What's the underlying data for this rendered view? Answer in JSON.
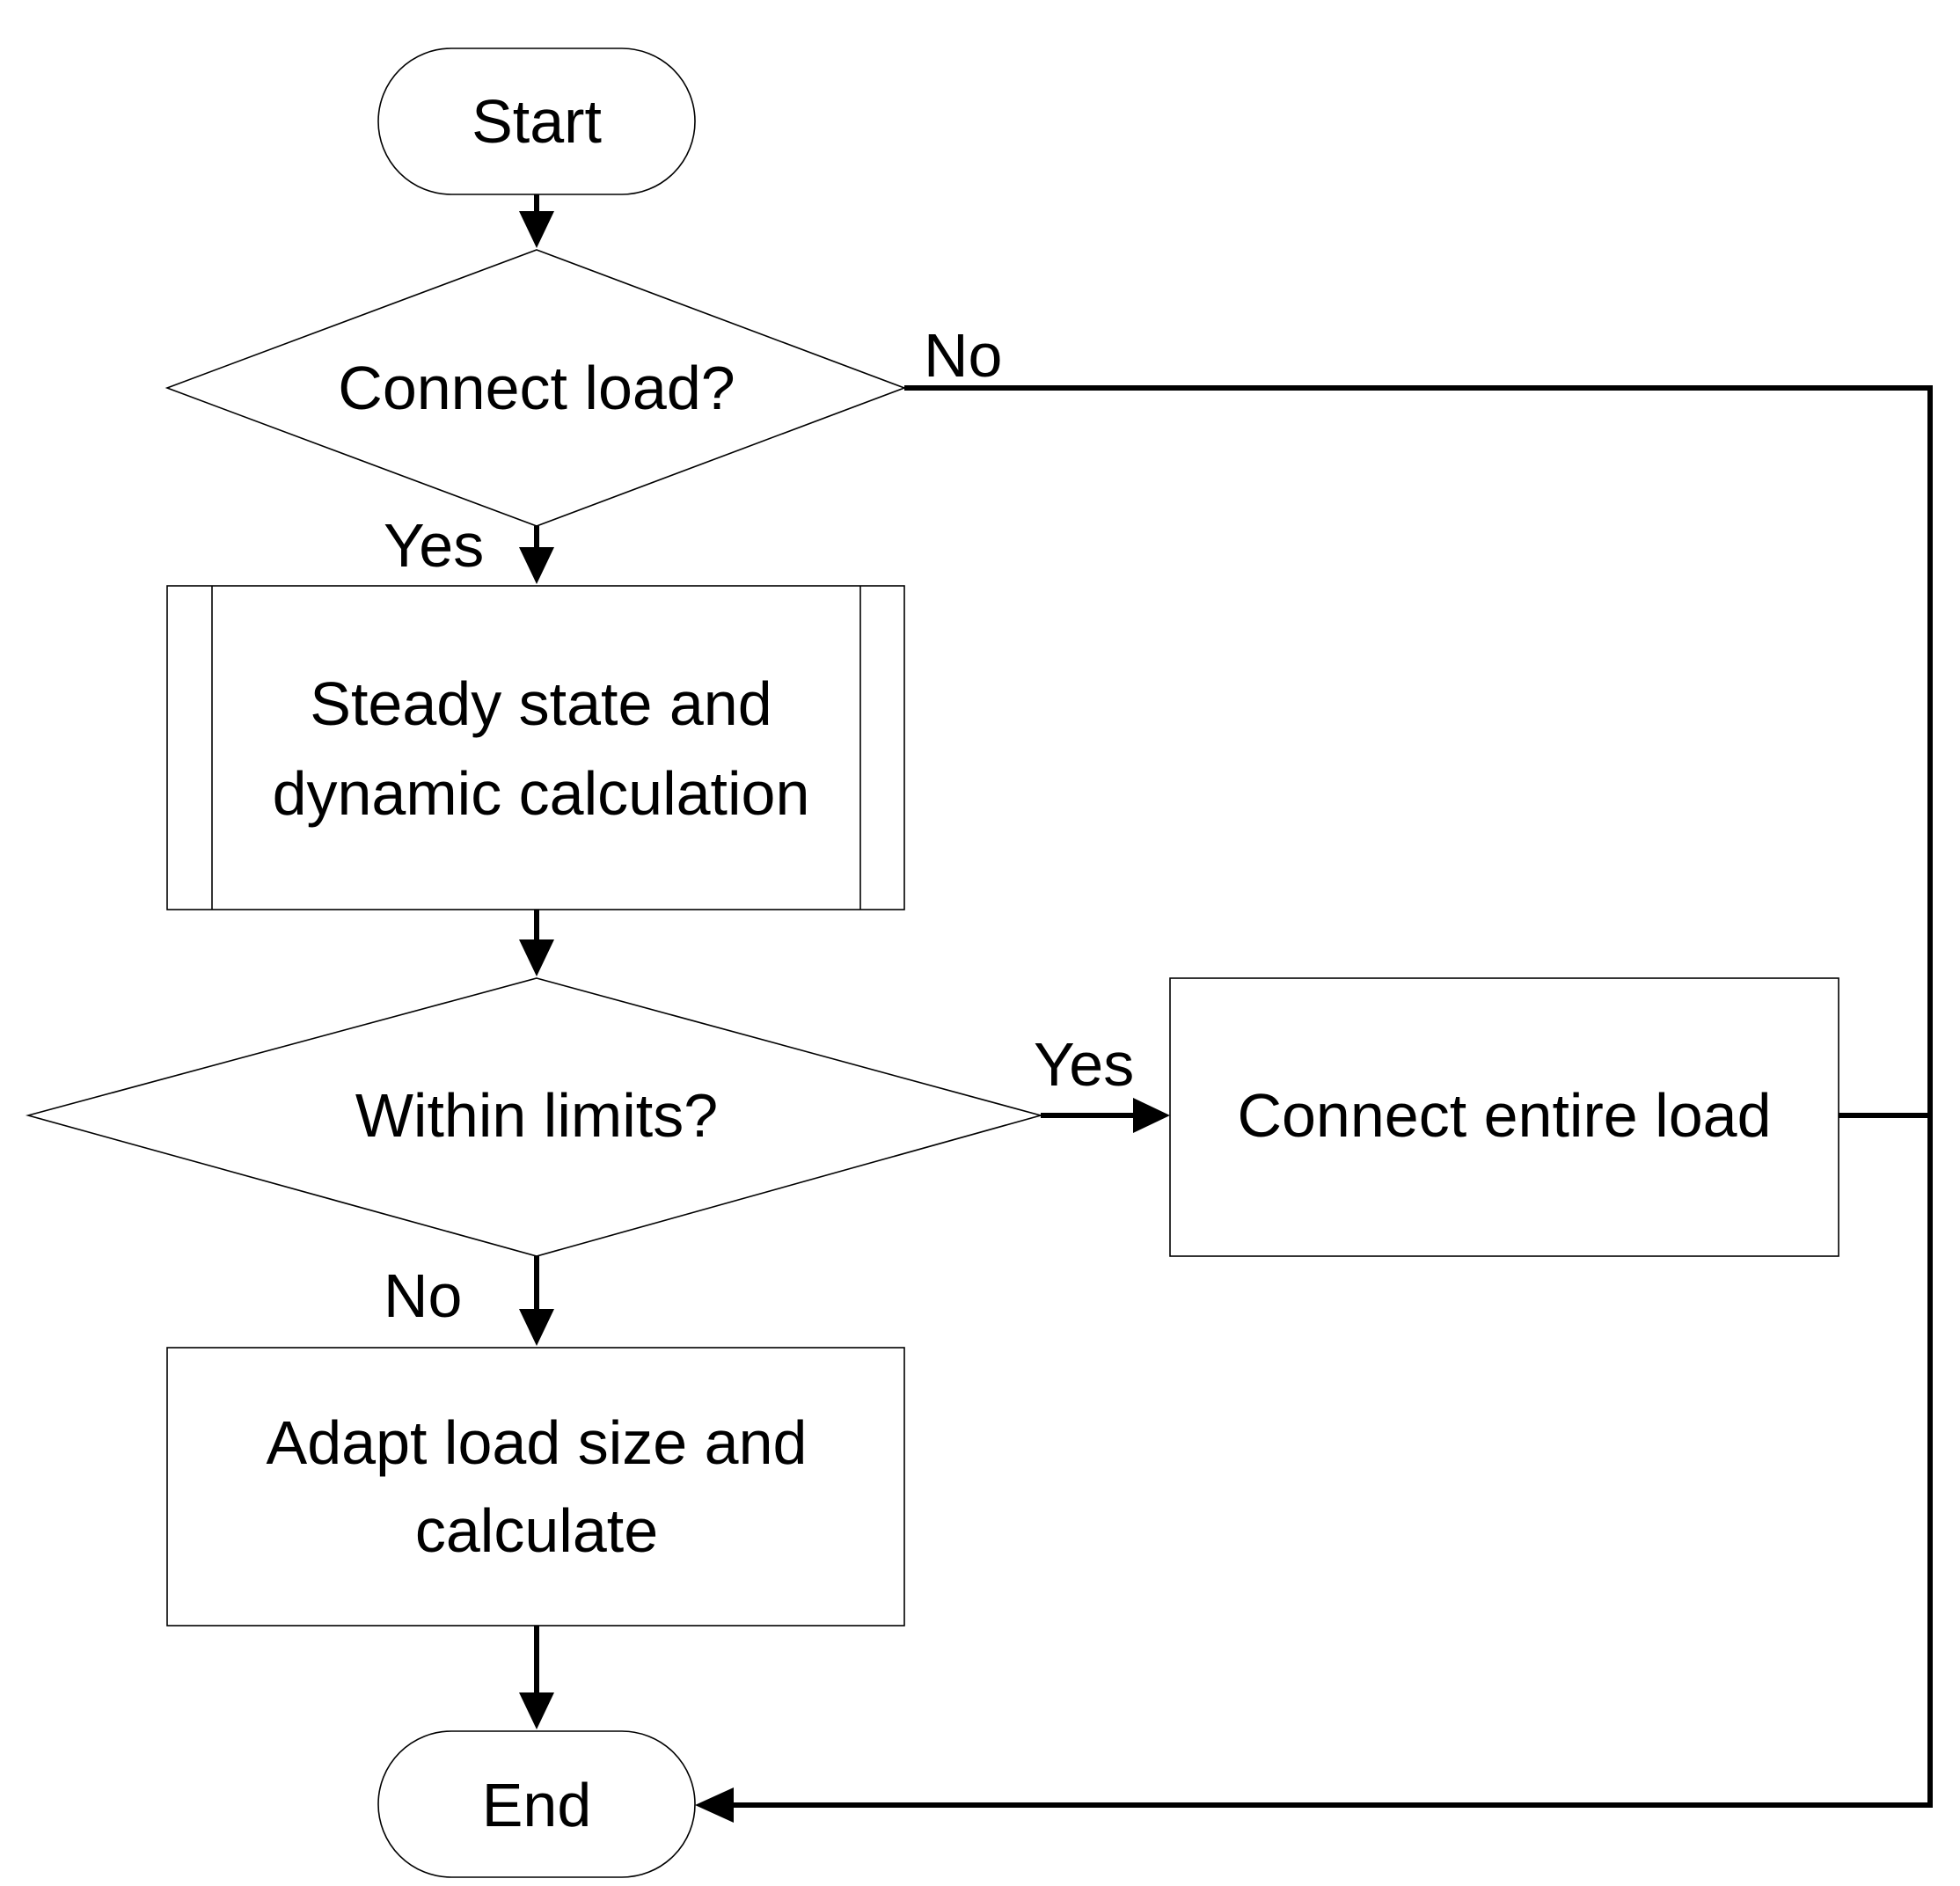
{
  "nodes": {
    "start": "Start",
    "connect_load": "Connect load?",
    "calc_line1": "Steady state and",
    "calc_line2": "dynamic calculation",
    "within_limits": "Within limits?",
    "connect_entire": "Connect entire load",
    "adapt_line1": "Adapt load size and",
    "adapt_line2": "calculate",
    "end": "End"
  },
  "edge_labels": {
    "connect_no": "No",
    "connect_yes": "Yes",
    "limits_yes": "Yes",
    "limits_no": "No"
  }
}
